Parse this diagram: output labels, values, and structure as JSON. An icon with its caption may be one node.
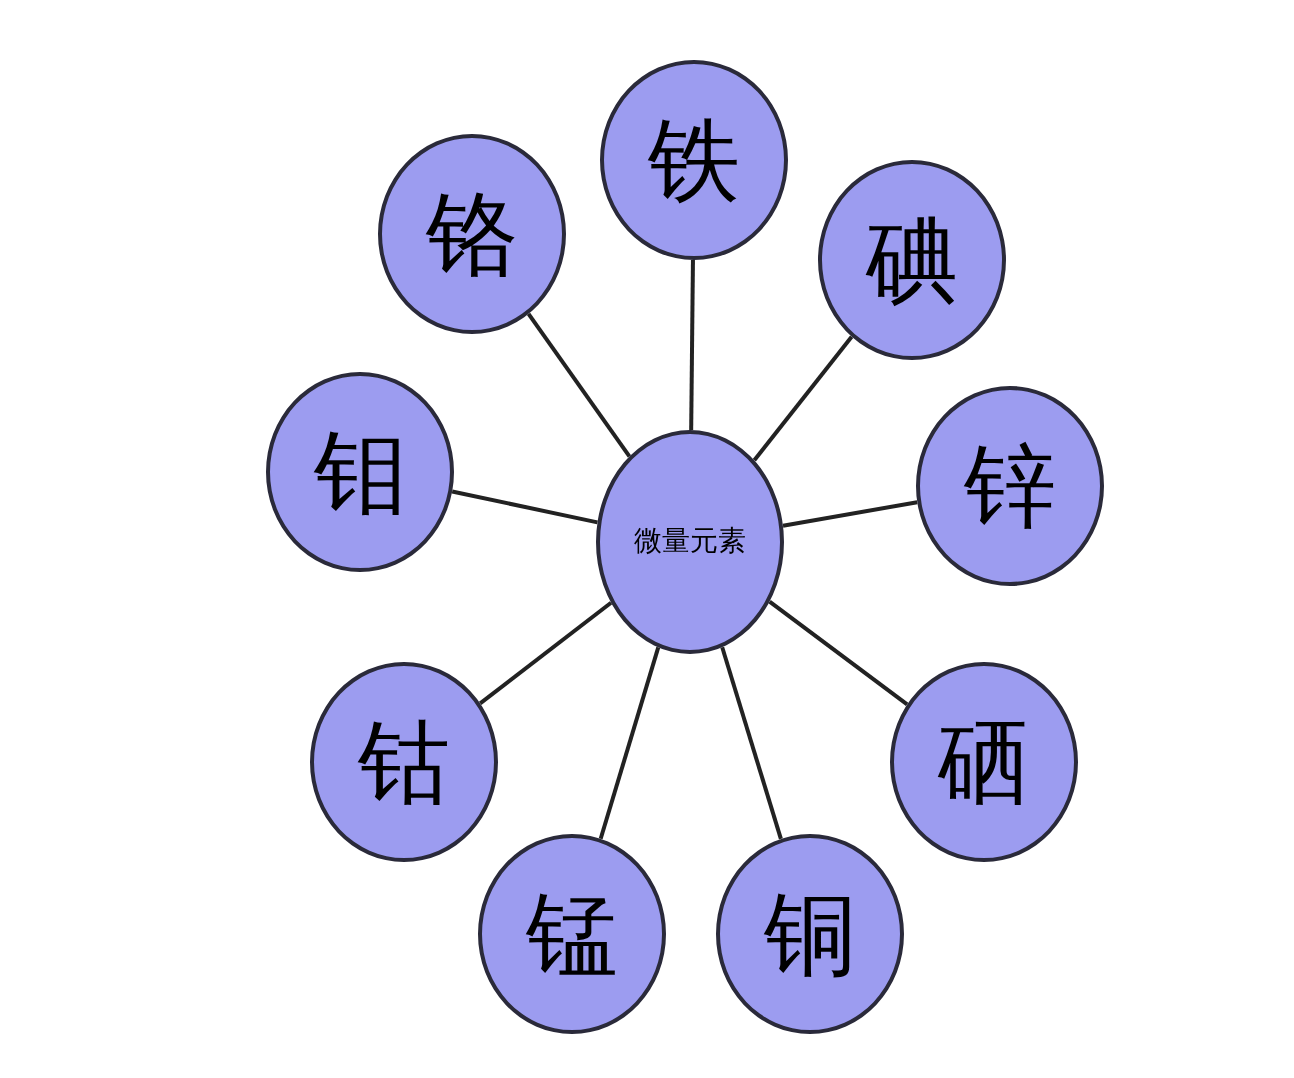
{
  "diagram": {
    "nodes": [
      {
        "text": [
          "微量元素"
        ]
      },
      {
        "text": [
          "铁"
        ]
      },
      {
        "text": [
          "碘"
        ]
      },
      {
        "text": [
          "锌"
        ]
      },
      {
        "text": [
          "硒"
        ]
      },
      {
        "text": [
          "铜"
        ]
      },
      {
        "text": [
          "锰"
        ]
      },
      {
        "text": [
          "钴"
        ]
      },
      {
        "text": [
          "钼"
        ]
      },
      {
        "text": [
          "铬"
        ]
      }
    ],
    "edges": [
      {
        "from": 0,
        "to": 1,
        "arrow": "none"
      },
      {
        "from": 0,
        "to": 2,
        "arrow": "none"
      },
      {
        "from": 0,
        "to": 3,
        "arrow": "none"
      },
      {
        "from": 0,
        "to": 4,
        "arrow": "none"
      },
      {
        "from": 0,
        "to": 5,
        "arrow": "none"
      },
      {
        "from": 0,
        "to": 6,
        "arrow": "none"
      },
      {
        "from": 0,
        "to": 7,
        "arrow": "none"
      },
      {
        "from": 0,
        "to": 8,
        "arrow": "none"
      },
      {
        "from": 0,
        "to": 9,
        "arrow": "none"
      }
    ]
  }
}
